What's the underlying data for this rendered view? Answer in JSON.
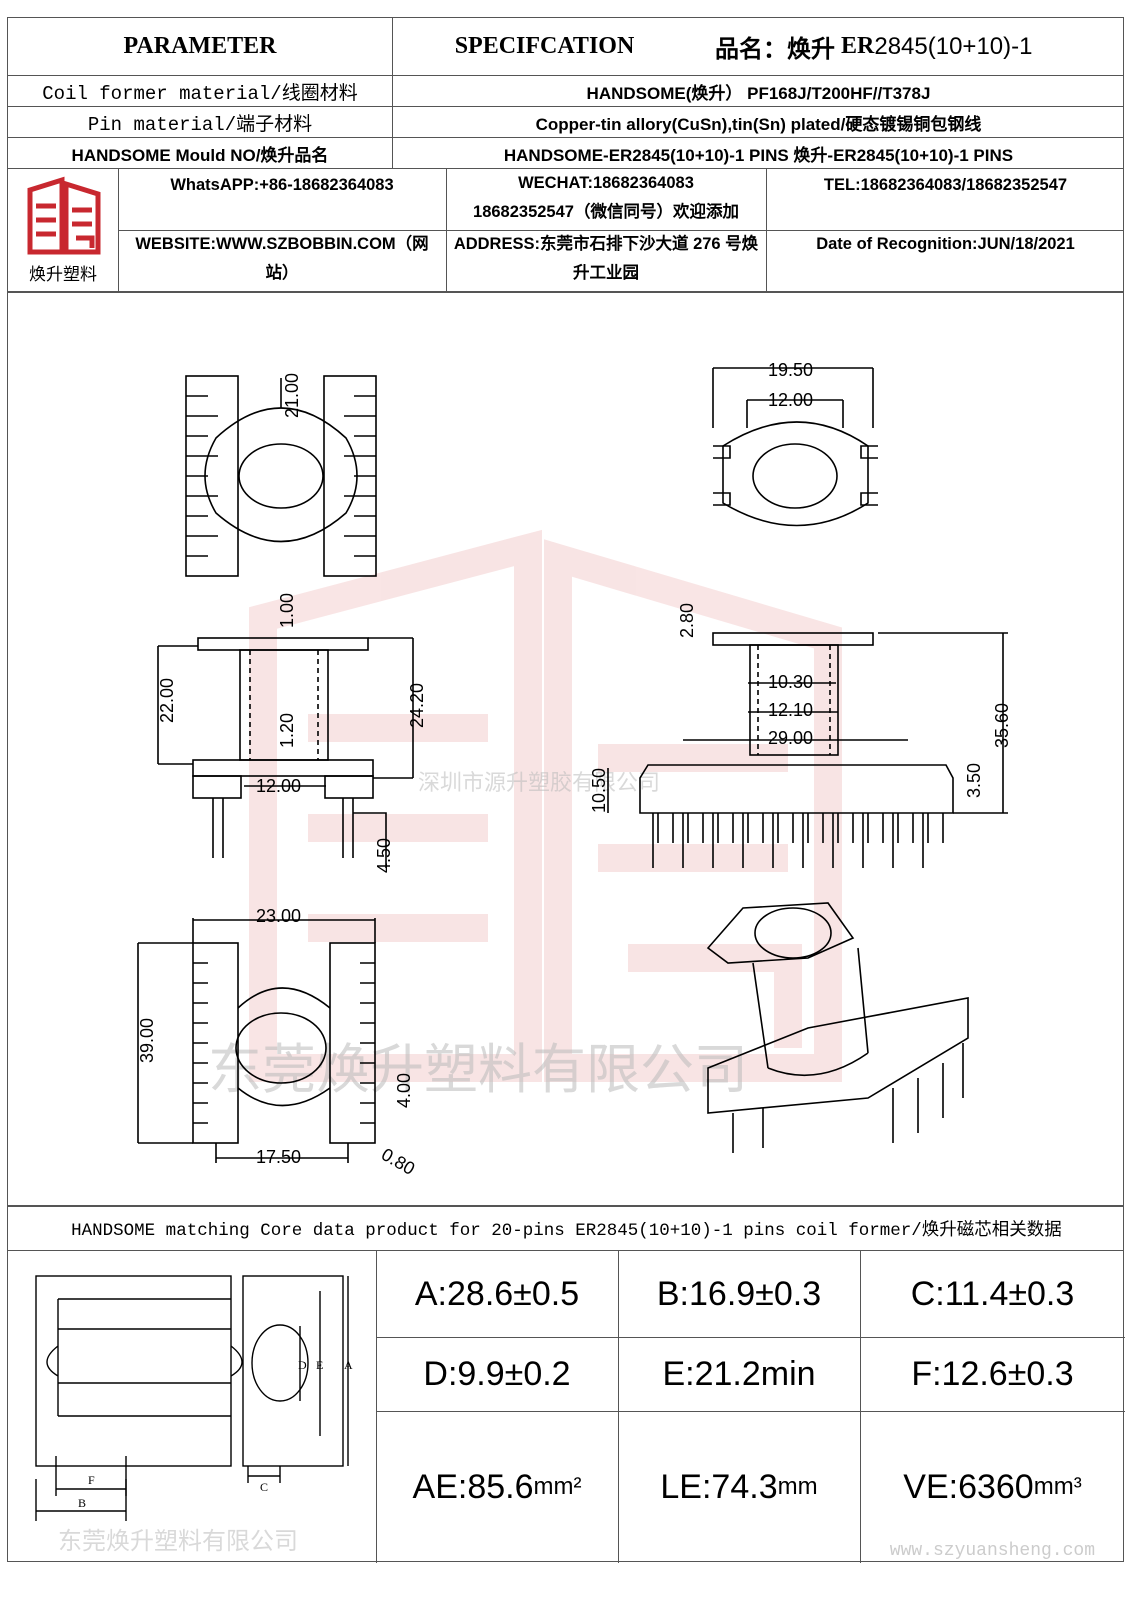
{
  "header": {
    "parameter": "PARAMETER",
    "specification": "SPECIFCATION",
    "product_name_label": "品名：",
    "product_name_brand": "焕升",
    "product_name_model_bold": "ER",
    "product_name_model": "2845(10+10)-1"
  },
  "rows": [
    {
      "label": "Coil former material/线圈材料",
      "value": "HANDSOME(焕升）  PF168J/T200HF//T378J"
    },
    {
      "label": "Pin material/端子材料",
      "value": "Copper-tin allory(CuSn),tin(Sn) plated/硬态镀锡铜包钢线"
    },
    {
      "label": "HANDSOME Mould NO/焕升品名",
      "value": "HANDSOME-ER2845(10+10)-1 PINS   焕升-ER2845(10+10)-1 PINS"
    }
  ],
  "logo": {
    "caption": "焕升塑料"
  },
  "contact": {
    "whatsapp": "WhatsAPP:+86-18682364083",
    "wechat_line1": "WECHAT:18682364083",
    "wechat_line2": "18682352547（微信同号）欢迎添加",
    "tel": "TEL:18682364083/18682352547",
    "website": "WEBSITE:WWW.SZBOBBIN.COM（网站）",
    "address": "ADDRESS:东莞市石排下沙大道 276 号焕升工业园",
    "date": "Date of Recognition:JUN/18/2021"
  },
  "drawing": {
    "watermark_top": "深圳市源升塑胶有限公司",
    "watermark_mid": "东莞焕升塑料有限公司",
    "dims": {
      "d_top": "21.00",
      "d_w1": "19.50",
      "d_w2": "12.00",
      "d_h22": "22.00",
      "d_1": "1.00",
      "d_h24": "24.20",
      "d_120": "1.20",
      "d_1200": "12.00",
      "d_450": "4.50",
      "d_280": "2.80",
      "d_1030": "10.30",
      "d_1210": "12.10",
      "d_2900": "29.00",
      "d_3560": "35.60",
      "d_1050": "10.50",
      "d_350": "3.50",
      "d_2300": "23.00",
      "d_3900": "39.00",
      "d_400": "4.00",
      "d_1750": "17.50",
      "d_080": "0.80"
    }
  },
  "core": {
    "title": "HANDSOME matching Core data  product for 20-pins ER2845(10+10)-1 pins coil former/焕升磁芯相关数据",
    "diagram_labels": {
      "A": "A",
      "B": "B",
      "C": "C",
      "D": "D",
      "E": "E",
      "F": "F"
    },
    "watermark": "东莞焕升塑料有限公司",
    "url_watermark": "www.szyuansheng.com",
    "values": [
      [
        "A:28.6±0.5",
        "B:16.9±0.3",
        "C:11.4±0.3"
      ],
      [
        "D:9.9±0.2",
        "E:21.2min",
        "F:12.6±0.3"
      ]
    ],
    "ae": "AE:85.6",
    "ae_unit": "mm²",
    "le": "LE:74.3",
    "le_unit": "mm",
    "ve": "VE:6360",
    "ve_unit": "mm³"
  }
}
